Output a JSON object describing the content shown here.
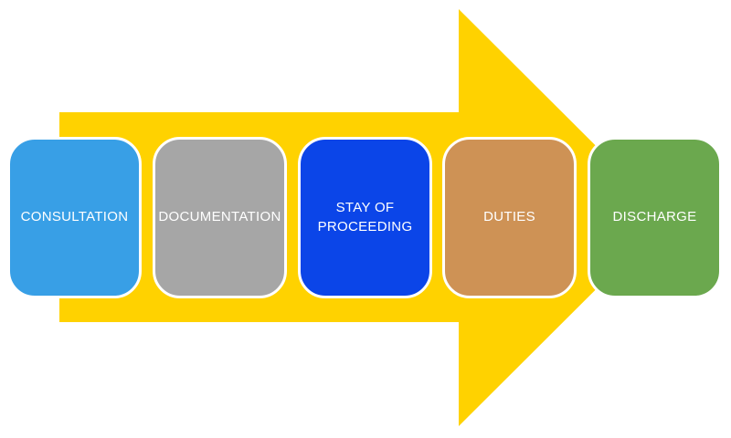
{
  "diagram": {
    "type": "process-flow-arrow",
    "background_color": "#FFFFFF",
    "arrow": {
      "direction": "right",
      "color": "#FFD200"
    },
    "text_color": "#FFFFFF",
    "steps": [
      {
        "label": "CONSULTATION",
        "color": "#389FE6"
      },
      {
        "label": "DOCUMENTATION",
        "color": "#A6A6A6"
      },
      {
        "label": "STAY OF PROCEEDING",
        "color": "#0B45E8"
      },
      {
        "label": "DUTIES",
        "color": "#CE9255"
      },
      {
        "label": "DISCHARGE",
        "color": "#6BA84E"
      }
    ]
  }
}
